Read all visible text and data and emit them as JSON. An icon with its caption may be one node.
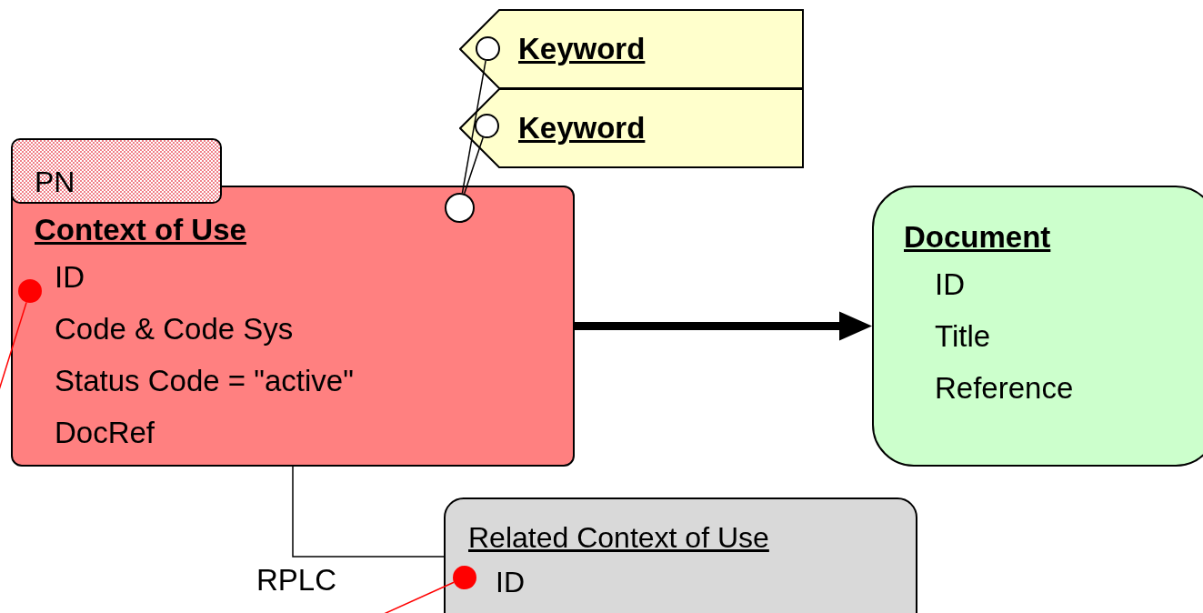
{
  "diagram": {
    "nodes": [
      {
        "text": [
          "Keyword"
        ]
      },
      {
        "text": [],
        "shape": "circle",
        "in": 0
      },
      {
        "text": [
          "Keyword"
        ]
      },
      {
        "text": [],
        "shape": "circle",
        "in": 2
      },
      {
        "text": [
          "PN"
        ]
      },
      {
        "text": [
          "Context of Use",
          "ID",
          "Code & Code Sys",
          "Status Code = \"active\"",
          "DocRef"
        ]
      },
      {
        "text": [],
        "shape": "circle",
        "in": 5
      },
      {
        "text": [],
        "shape": "circle",
        "in": 5
      },
      {
        "text": [
          "Document",
          "ID",
          "Title",
          "Reference"
        ]
      },
      {
        "text": [
          "Related Context of Use",
          "ID"
        ]
      },
      {
        "text": [],
        "shape": "circle",
        "in": 9
      }
    ],
    "edges": [
      {
        "from": 6,
        "to": 1,
        "arrow": "none"
      },
      {
        "from": 6,
        "to": 3,
        "arrow": "none"
      },
      {
        "from": 5,
        "to": 8,
        "arrow": "to",
        "style": "thick"
      },
      {
        "from": 5,
        "to": 9,
        "arrow": "none",
        "label": "RPLC"
      },
      {
        "from": null,
        "to": 7,
        "arrow": "none",
        "color": "#ff0000"
      },
      {
        "from": null,
        "to": 10,
        "arrow": "none",
        "color": "#ff0000"
      }
    ]
  }
}
